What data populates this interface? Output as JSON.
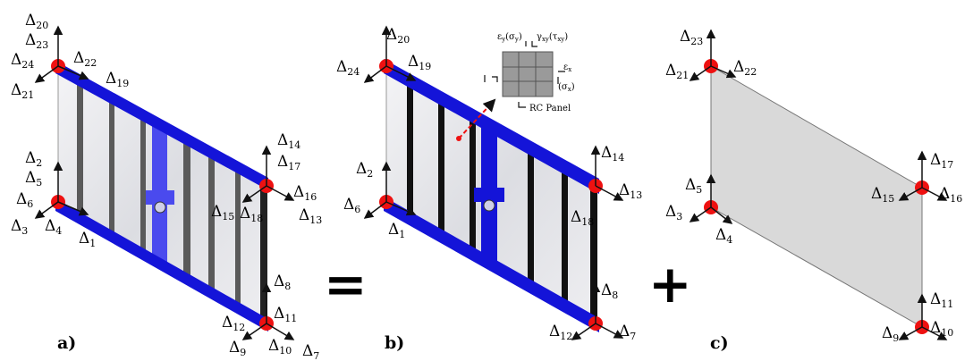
{
  "panels": [
    {
      "caption": "a)",
      "nodes": [
        "top-left",
        "bottom-left",
        "right-middle",
        "bottom-right"
      ],
      "dofs": [
        {
          "sym": "Δ",
          "sub": "20"
        },
        {
          "sym": "Δ",
          "sub": "23"
        },
        {
          "sym": "Δ",
          "sub": "24"
        },
        {
          "sym": "Δ",
          "sub": "22"
        },
        {
          "sym": "Δ",
          "sub": "19"
        },
        {
          "sym": "Δ",
          "sub": "21"
        },
        {
          "sym": "Δ",
          "sub": "2"
        },
        {
          "sym": "Δ",
          "sub": "5"
        },
        {
          "sym": "Δ",
          "sub": "6"
        },
        {
          "sym": "Δ",
          "sub": "3"
        },
        {
          "sym": "Δ",
          "sub": "4"
        },
        {
          "sym": "Δ",
          "sub": "1"
        },
        {
          "sym": "Δ",
          "sub": "14"
        },
        {
          "sym": "Δ",
          "sub": "17"
        },
        {
          "sym": "Δ",
          "sub": "16"
        },
        {
          "sym": "Δ",
          "sub": "15"
        },
        {
          "sym": "Δ",
          "sub": "18"
        },
        {
          "sym": "Δ",
          "sub": "13"
        },
        {
          "sym": "Δ",
          "sub": "8"
        },
        {
          "sym": "Δ",
          "sub": "12"
        },
        {
          "sym": "Δ",
          "sub": "11"
        },
        {
          "sym": "Δ",
          "sub": "9"
        },
        {
          "sym": "Δ",
          "sub": "10"
        },
        {
          "sym": "Δ",
          "sub": "7"
        }
      ]
    },
    {
      "caption": "b)",
      "dofs": [
        {
          "sym": "Δ",
          "sub": "20"
        },
        {
          "sym": "Δ",
          "sub": "24"
        },
        {
          "sym": "Δ",
          "sub": "19"
        },
        {
          "sym": "Δ",
          "sub": "2"
        },
        {
          "sym": "Δ",
          "sub": "6"
        },
        {
          "sym": "Δ",
          "sub": "1"
        },
        {
          "sym": "Δ",
          "sub": "14"
        },
        {
          "sym": "Δ",
          "sub": "13"
        },
        {
          "sym": "Δ",
          "sub": "18"
        },
        {
          "sym": "Δ",
          "sub": "8"
        },
        {
          "sym": "Δ",
          "sub": "12"
        },
        {
          "sym": "Δ",
          "sub": "7"
        }
      ],
      "inset": {
        "top_left": "ε",
        "top_left_sub": "y",
        "top_left_paren": "(σ",
        "top_left_paren_sub": "y",
        "top_left_close": ")",
        "top_right": "γ",
        "top_right_sub": "xy",
        "top_right_paren": "(τ",
        "top_right_paren_sub": "xy",
        "top_right_close": ")",
        "right_top": "ε",
        "right_top_sub": "x",
        "right_bottom": "(σ",
        "right_bottom_sub": "x",
        "right_bottom_close": ")",
        "bottom": "RC Panel"
      }
    },
    {
      "caption": "c)",
      "dofs": [
        {
          "sym": "Δ",
          "sub": "23"
        },
        {
          "sym": "Δ",
          "sub": "21"
        },
        {
          "sym": "Δ",
          "sub": "22"
        },
        {
          "sym": "Δ",
          "sub": "17"
        },
        {
          "sym": "Δ",
          "sub": "15"
        },
        {
          "sym": "Δ",
          "sub": "16"
        },
        {
          "sym": "Δ",
          "sub": "5"
        },
        {
          "sym": "Δ",
          "sub": "3"
        },
        {
          "sym": "Δ",
          "sub": "4"
        },
        {
          "sym": "Δ",
          "sub": "11"
        },
        {
          "sym": "Δ",
          "sub": "9"
        },
        {
          "sym": "Δ",
          "sub": "10"
        }
      ]
    }
  ],
  "operators": {
    "equals": "=",
    "plus": "+"
  },
  "colors": {
    "beam": "#1414d8",
    "node": "#ee1111",
    "panel": "#d9d9d9",
    "column": "#4a4a4a",
    "arrow": "#111111"
  }
}
